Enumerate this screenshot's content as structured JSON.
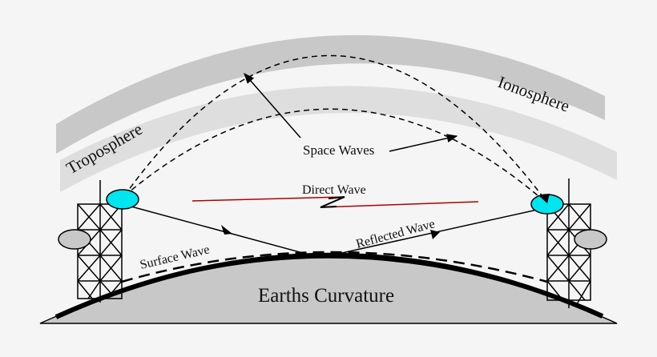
{
  "labels": {
    "ionosphere": "Ionosphere",
    "troposphere": "Troposphere",
    "space_waves": "Space Waves",
    "direct_wave": "Direct Wave",
    "reflected_wave": "Reflected Wave",
    "surface_wave": "Surface Wave",
    "earth": "Earths Curvature"
  },
  "colors": {
    "background": "#f5f5f5",
    "ionosphere": "#c8c8c8",
    "troposphere": "#dedede",
    "earth": "#c8c8c8",
    "antenna": "#00e5f0",
    "dish": "#c8c8c8",
    "direct_wave": "#b00000"
  }
}
